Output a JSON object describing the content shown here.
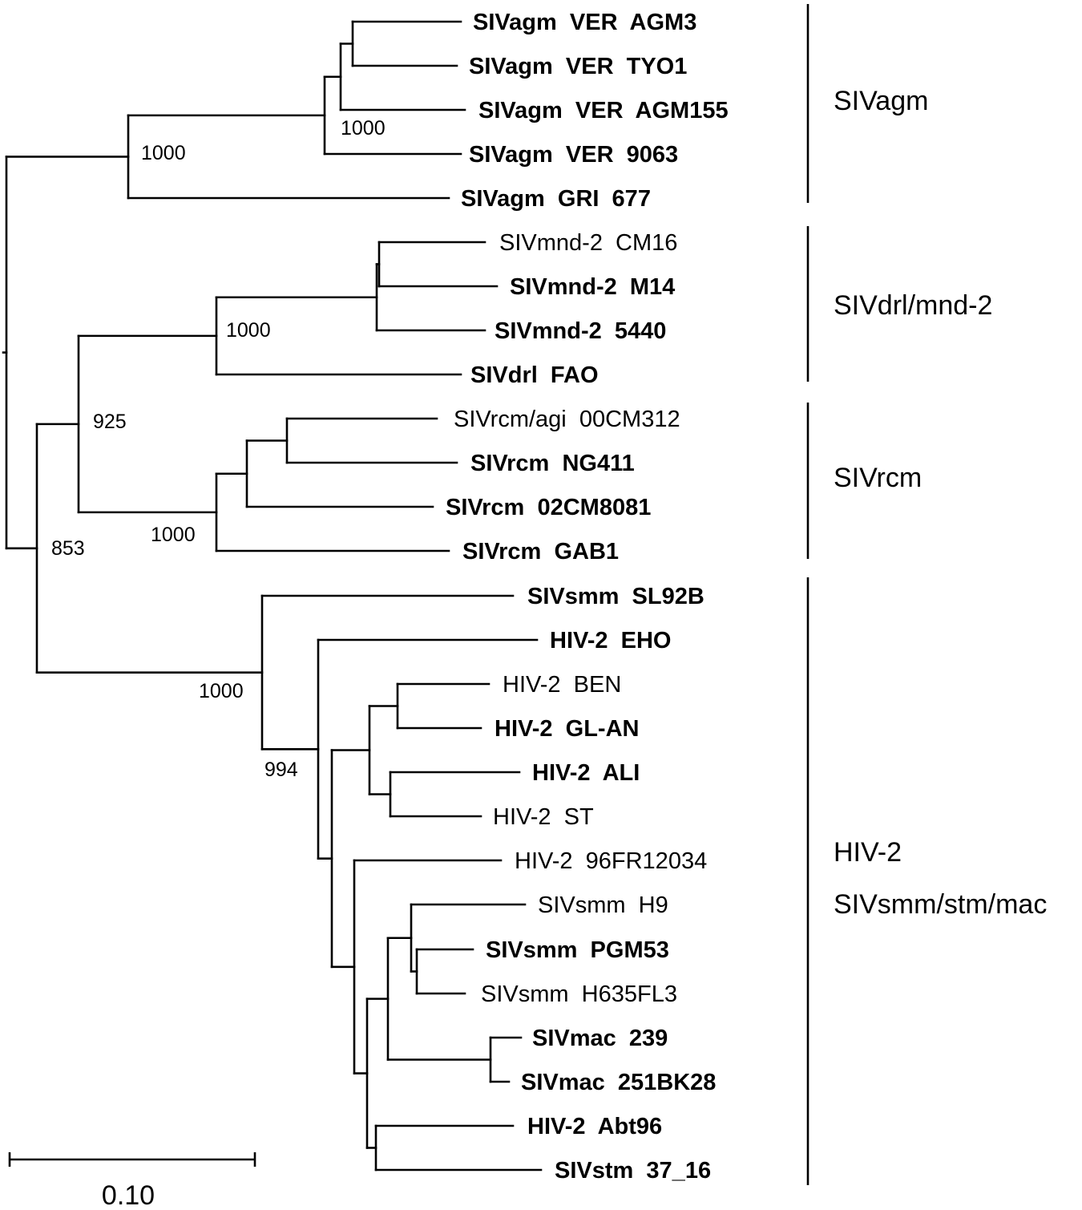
{
  "leaves": [
    {
      "id": "agm3",
      "name": "SIVagm  VER  AGM3",
      "bold": true
    },
    {
      "id": "tyo1",
      "name": "SIVagm  VER  TYO1",
      "bold": true
    },
    {
      "id": "agm155",
      "name": "SIVagm  VER  AGM155",
      "bold": true
    },
    {
      "id": "v9063",
      "name": "SIVagm  VER  9063",
      "bold": true
    },
    {
      "id": "gri677",
      "name": "SIVagm  GRI  677",
      "bold": true
    },
    {
      "id": "cm16",
      "name": "SIVmnd-2  CM16",
      "bold": false
    },
    {
      "id": "m14",
      "name": "SIVmnd-2  M14",
      "bold": true
    },
    {
      "id": "m5440",
      "name": "SIVmnd-2  5440",
      "bold": true
    },
    {
      "id": "fao",
      "name": "SIVdrl  FAO",
      "bold": true
    },
    {
      "id": "cm312",
      "name": "SIVrcm/agi  00CM312",
      "bold": false
    },
    {
      "id": "ng411",
      "name": "SIVrcm  NG411",
      "bold": true
    },
    {
      "id": "cm8081",
      "name": "SIVrcm  02CM8081",
      "bold": true
    },
    {
      "id": "gab1",
      "name": "SIVrcm  GAB1",
      "bold": true
    },
    {
      "id": "sl92b",
      "name": "SIVsmm  SL92B",
      "bold": true
    },
    {
      "id": "eho",
      "name": "HIV-2  EHO",
      "bold": true
    },
    {
      "id": "ben",
      "name": "HIV-2  BEN",
      "bold": false
    },
    {
      "id": "glan",
      "name": "HIV-2  GL-AN",
      "bold": true
    },
    {
      "id": "ali",
      "name": "HIV-2  ALI",
      "bold": true
    },
    {
      "id": "st",
      "name": "HIV-2  ST",
      "bold": false
    },
    {
      "id": "fr12034",
      "name": "HIV-2  96FR12034",
      "bold": false
    },
    {
      "id": "h9",
      "name": "SIVsmm  H9",
      "bold": false
    },
    {
      "id": "pgm53",
      "name": "SIVsmm  PGM53",
      "bold": true
    },
    {
      "id": "h635",
      "name": "SIVsmm  H635FL3",
      "bold": false
    },
    {
      "id": "mac239",
      "name": "SIVmac  239",
      "bold": true
    },
    {
      "id": "mac251",
      "name": "SIVmac  251BK28",
      "bold": true
    },
    {
      "id": "abt96",
      "name": "HIV-2  Abt96",
      "bold": true
    },
    {
      "id": "stm",
      "name": "SIVstm  37_16",
      "bold": true
    }
  ],
  "bootstrap_values": [
    "1000",
    "1000",
    "1000",
    "925",
    "1000",
    "853",
    "1000",
    "994"
  ],
  "groups": [
    {
      "id": "agm",
      "lines": [
        "SIVagm"
      ]
    },
    {
      "id": "drl",
      "lines": [
        "SIVdrl/mnd-2"
      ]
    },
    {
      "id": "rcm",
      "lines": [
        "SIVrcm"
      ]
    },
    {
      "id": "hiv2",
      "lines": [
        "HIV-2",
        "SIVsmm/stm/mac"
      ]
    }
  ],
  "scale_bar": {
    "length": 0.1,
    "label": "0.10"
  }
}
